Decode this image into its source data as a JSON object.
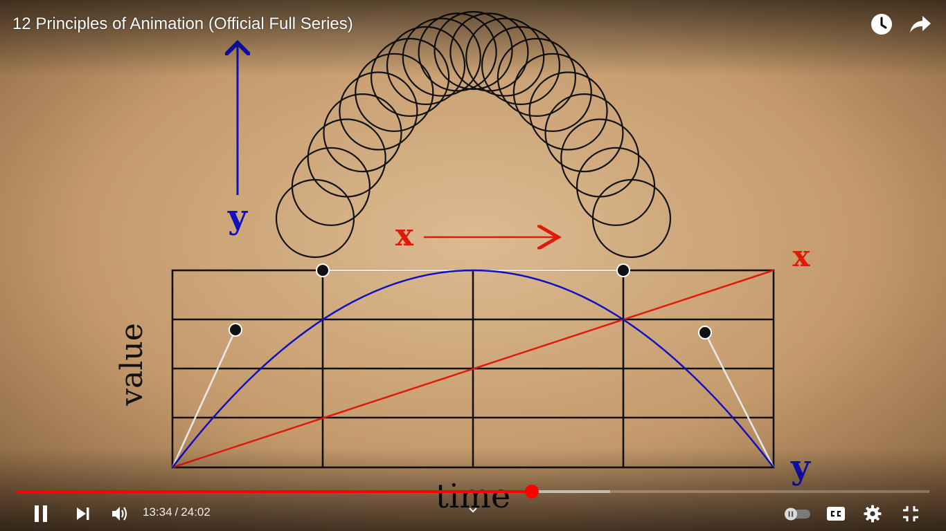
{
  "video": {
    "title": "12 Principles of Animation (Official Full Series)"
  },
  "frame": {
    "y_axis_label_top": "y",
    "x_arrow_label": "x",
    "chart_y_label": "value",
    "chart_x_label": "time",
    "curve_end_label_x": "x",
    "curve_end_label_y": "y",
    "colors": {
      "paper": "#c9a47a",
      "ink": "#111111",
      "blue": "#1010c0",
      "red": "#e01a0a",
      "guide": "#e8e8e8"
    }
  },
  "top_actions": {
    "watch_later_icon": "clock-icon",
    "share_icon": "share-arrow-icon"
  },
  "progress": {
    "played_fraction": 0.5643,
    "buffered_fraction": 0.6505,
    "colors": {
      "played": "#ff0000",
      "buffered": "#c8c8c8",
      "track": "#8a8a8a"
    }
  },
  "controls": {
    "current_time": "13:34",
    "separator": "/",
    "duration": "24:02",
    "icons": {
      "pause": "pause-icon",
      "next": "next-icon",
      "volume": "volume-icon",
      "chapters": "chevron-down-icon",
      "autoplay": "autoplay-toggle-icon",
      "captions": "cc-icon",
      "settings": "gear-icon",
      "exit_fullscreen": "exit-fullscreen-icon"
    },
    "autoplay_on": false
  }
}
